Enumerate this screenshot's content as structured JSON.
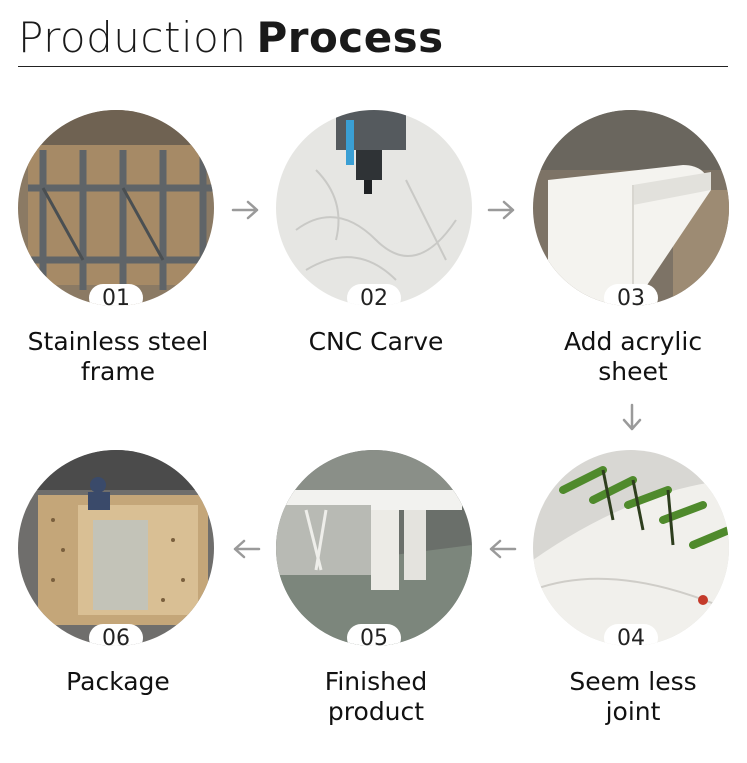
{
  "header": {
    "title_light": "Production",
    "title_bold": "Process"
  },
  "steps": [
    {
      "number": "01",
      "label_line1": "Stainless steel",
      "label_line2": "frame"
    },
    {
      "number": "02",
      "label_line1": "CNC Carve",
      "label_line2": ""
    },
    {
      "number": "03",
      "label_line1": "Add acrylic",
      "label_line2": "sheet"
    },
    {
      "number": "04",
      "label_line1": "Seem less",
      "label_line2": "joint"
    },
    {
      "number": "05",
      "label_line1": "Finished",
      "label_line2": "product"
    },
    {
      "number": "06",
      "label_line1": "Package",
      "label_line2": ""
    }
  ],
  "colors": {
    "arrow": "#9a9a9a",
    "rule": "#222222",
    "text": "#111111"
  },
  "icons": {
    "flow_arrow": "arrow-icon"
  }
}
